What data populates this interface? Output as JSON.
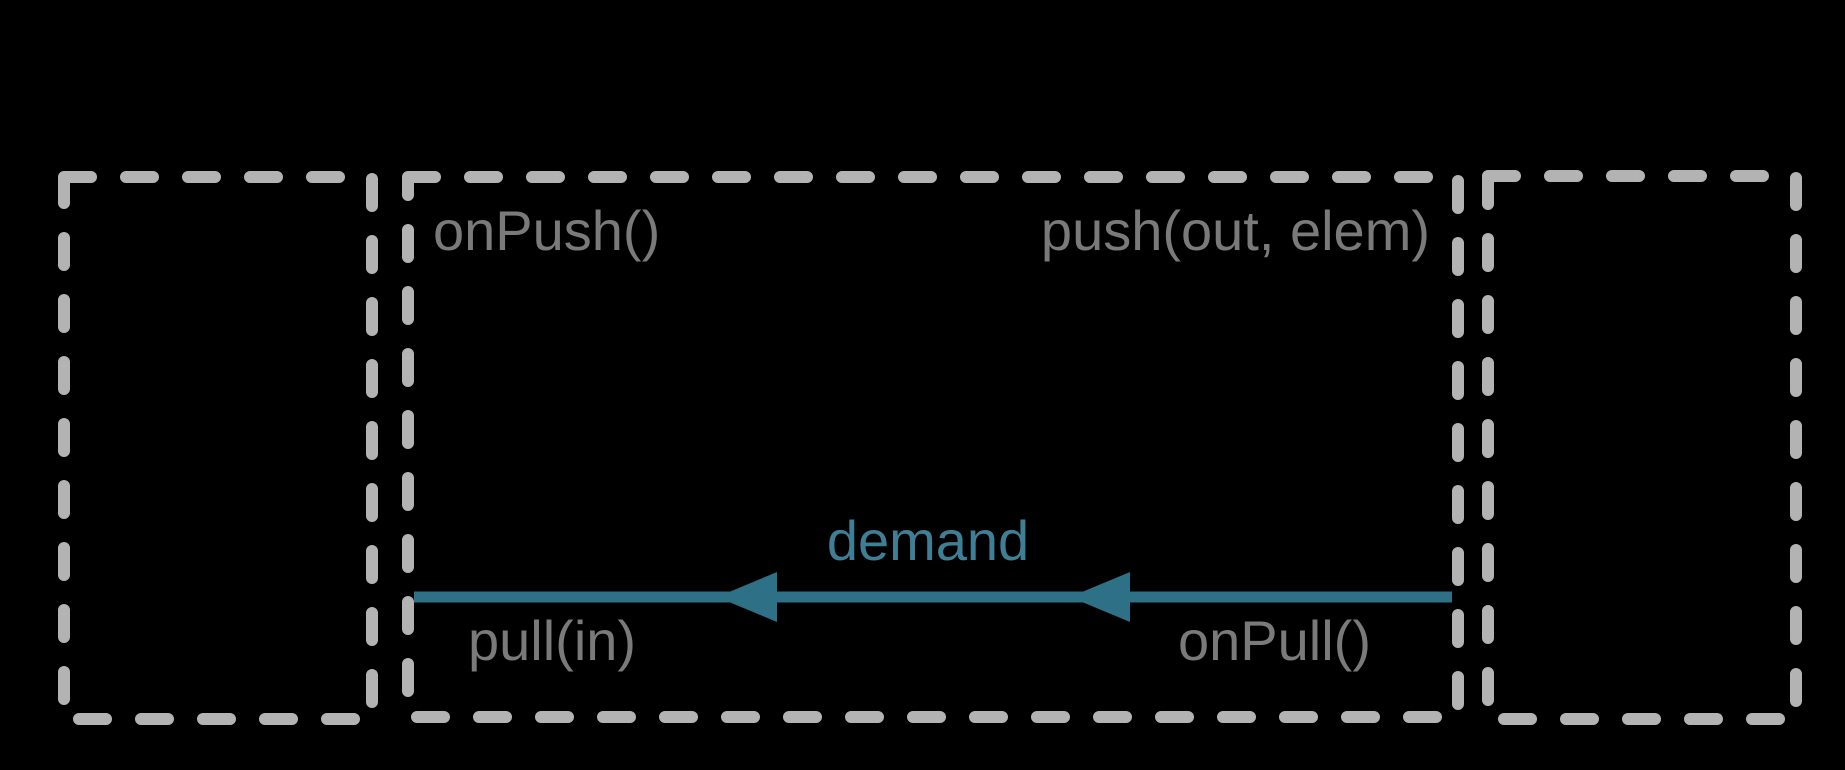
{
  "stage_labels": {
    "onpush": "onPush()",
    "push": "push(out, elem)",
    "pull": "pull(in)",
    "onpull": "onPull()"
  },
  "arrow": {
    "label": "demand"
  },
  "colors": {
    "background": "#000000",
    "box_border": "#b3b3b3",
    "label_gray": "#7a7a7a",
    "arrow_teal": "#2e7085",
    "demand_teal": "#3f7f95"
  }
}
